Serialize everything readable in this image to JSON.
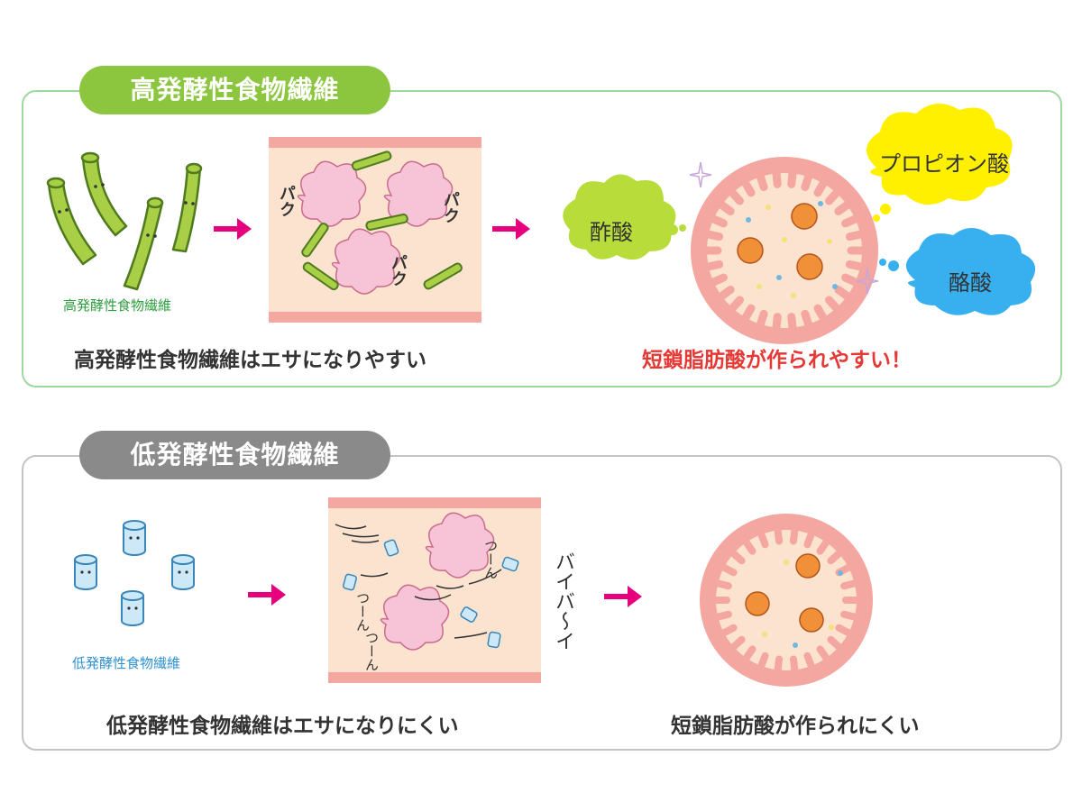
{
  "high": {
    "title": "高発酵性食物繊維",
    "fiber_label": "高発酵性食物繊維",
    "caption_left": "高発酵性食物繊維はエサになりやすい",
    "caption_right": "短鎖脂肪酸が作られやすい！",
    "onomatopoeia": [
      "パク",
      "パク",
      "パク"
    ],
    "acids": {
      "left": "酢酸",
      "top": "プロピオン酸",
      "bottom": "酪酸"
    }
  },
  "low": {
    "title": "低発酵性食物繊維",
    "fiber_label": "低発酵性食物繊維",
    "caption_left": "低発酵性食物繊維はエサになりにくい",
    "caption_right": "短鎖脂肪酸が作られにくい",
    "onomatopoeia": [
      "つーん",
      "つーん",
      "つーん"
    ],
    "byebye": "バイバ〜イ"
  },
  "colors": {
    "high_accent": "#8cc63f",
    "low_accent": "#8a8a8a",
    "arrow": "#e6007e",
    "highlight_text": "#e53935",
    "fiber_green_label": "#2e9e3e",
    "fiber_blue_label": "#2f8fd0"
  }
}
